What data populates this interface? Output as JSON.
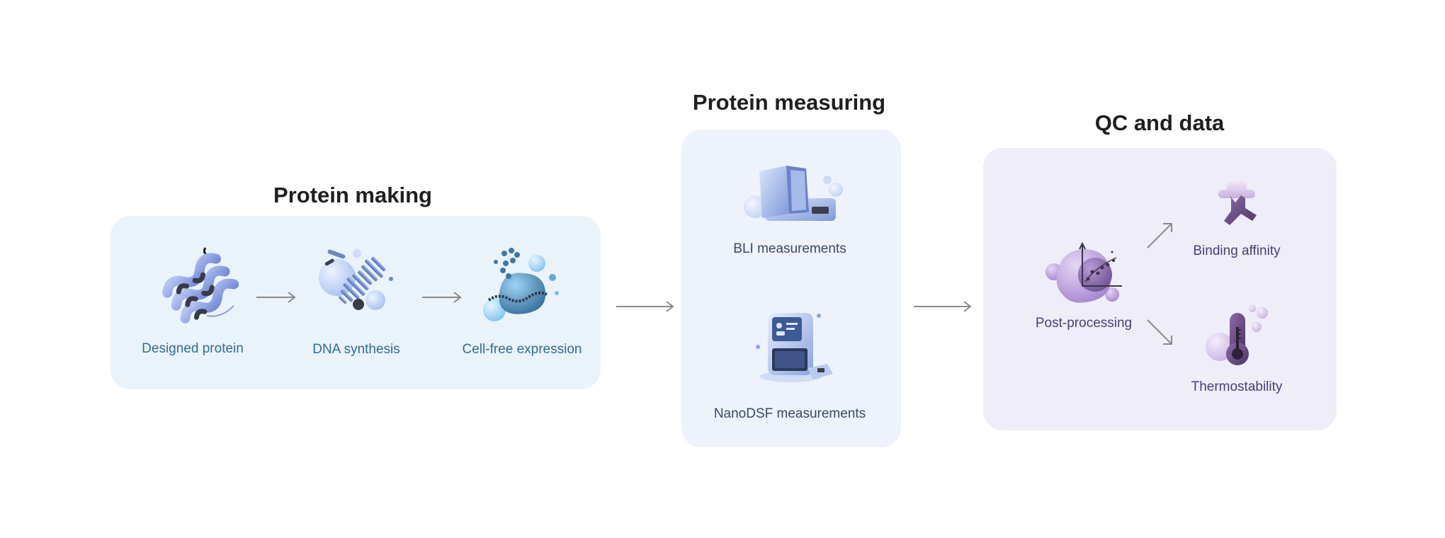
{
  "sections": {
    "making": {
      "title": "Protein making",
      "steps": [
        {
          "label": "Designed protein",
          "icon": "protein-structure-icon"
        },
        {
          "label": "DNA synthesis",
          "icon": "dna-icon"
        },
        {
          "label": "Cell-free expression",
          "icon": "cell-free-expression-icon"
        }
      ]
    },
    "measuring": {
      "title": "Protein measuring",
      "steps": [
        {
          "label": "BLI measurements",
          "icon": "bli-instrument-icon"
        },
        {
          "label": "NanoDSF measurements",
          "icon": "nanodsf-instrument-icon"
        }
      ]
    },
    "qc": {
      "title": "QC and data",
      "steps": [
        {
          "label": "Post-processing",
          "icon": "post-processing-icon"
        },
        {
          "label": "Binding affinity",
          "icon": "binding-affinity-icon"
        },
        {
          "label": "Thermostability",
          "icon": "thermometer-icon"
        }
      ]
    }
  },
  "colors": {
    "making_panel": "#eaf3fa",
    "measuring_panel": "#eef2fa",
    "qc_panel": "#eeedf8",
    "arrow": "#8a8a8a"
  }
}
